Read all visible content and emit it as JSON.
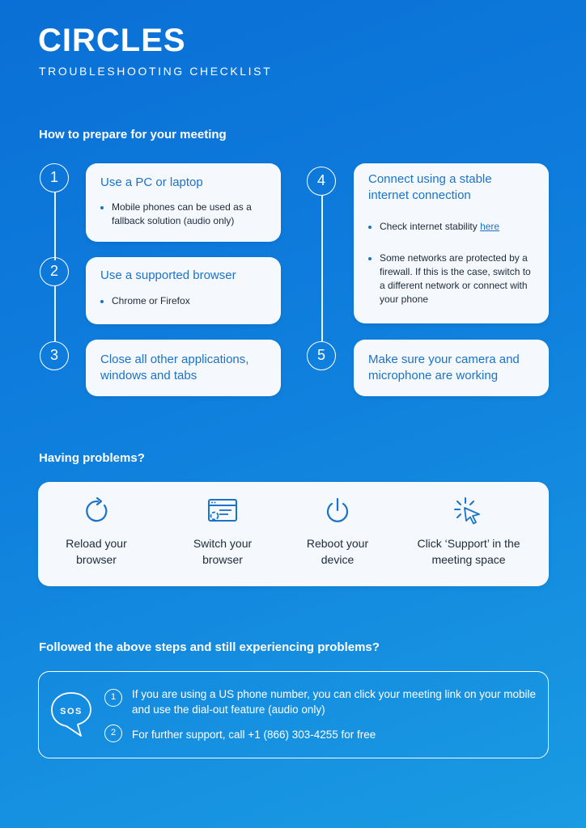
{
  "header": {
    "brand": "CIRCLES",
    "subtitle": "TROUBLESHOOTING CHECKLIST"
  },
  "prepare": {
    "title": "How to prepare for your meeting",
    "steps": [
      {
        "number": "1",
        "title": "Use a PC or laptop",
        "bullets": [
          "Mobile phones can be used as a fallback solution (audio only)"
        ]
      },
      {
        "number": "2",
        "title": "Use a supported browser",
        "bullets": [
          "Chrome or Firefox"
        ]
      },
      {
        "number": "3",
        "title": "Close all other applications, windows and tabs"
      },
      {
        "number": "4",
        "title": "Connect using a stable internet connection",
        "bullet1_prefix": "Check internet stability",
        "bullet1_link": "here",
        "bullet2": "Some networks are protected by a firewall. If this is the case, switch to a different network or connect with your phone"
      },
      {
        "number": "5",
        "title": "Make sure your camera and microphone are working"
      }
    ]
  },
  "problems": {
    "title": "Having problems?",
    "items": [
      {
        "icon": "reload-icon",
        "label": "Reload your browser"
      },
      {
        "icon": "browser-window-icon",
        "label": "Switch your browser"
      },
      {
        "icon": "power-icon",
        "label": "Reboot your device"
      },
      {
        "icon": "cursor-click-icon",
        "label": "Click ‘Support’ in the meeting space"
      }
    ]
  },
  "still": {
    "title": "Followed the above steps and still experiencing problems?",
    "badge": "SOS",
    "items": [
      {
        "number": "1",
        "text": "If you are using a US phone number, you can click your meeting link on your mobile and use the dial-out feature (audio only)"
      },
      {
        "number": "2",
        "text": "For further support, call +1 (866) 303-4255 for free"
      }
    ]
  },
  "colors": {
    "accent": "#1a73c9",
    "card": "#f5f9fd",
    "background": "#0f7fdd"
  }
}
